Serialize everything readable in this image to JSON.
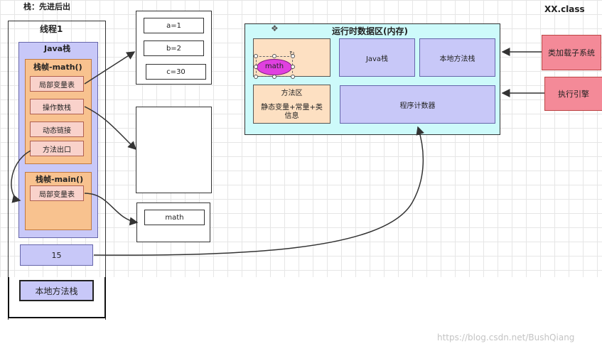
{
  "header": {
    "stack_note": "栈：先进后出",
    "class_label": "XX.class"
  },
  "thread": {
    "title": "线程1",
    "java_stack": "Java栈",
    "frame_math": {
      "title": "栈帧-math()",
      "items": [
        "局部变量表",
        "操作数栈",
        "动态链接",
        "方法出口"
      ]
    },
    "frame_main": {
      "title": "栈帧-main()",
      "items": [
        "局部变量表"
      ]
    },
    "pc_value": "15",
    "native_stack": "本地方法栈"
  },
  "locals_math": [
    "a=1",
    "b=2",
    "c=30"
  ],
  "locals_main": [
    "math"
  ],
  "runtime": {
    "title": "运行时数据区(内存)",
    "math_object": "math",
    "java_stack": "Java栈",
    "native_stack": "本地方法栈",
    "method_area_title": "方法区",
    "method_area_desc": "静态变量+常量+类信息",
    "pc_register": "程序计数器"
  },
  "external": {
    "class_loader": "类加载子系统",
    "execution_engine": "执行引擎"
  },
  "watermark": "https://blog.csdn.net/BushQiang",
  "colors": {
    "orange": "#f8c28f",
    "lilac": "#c8c8f8",
    "cyan": "#cdfafa",
    "red": "#f48a98",
    "magenta": "#e040e0"
  }
}
